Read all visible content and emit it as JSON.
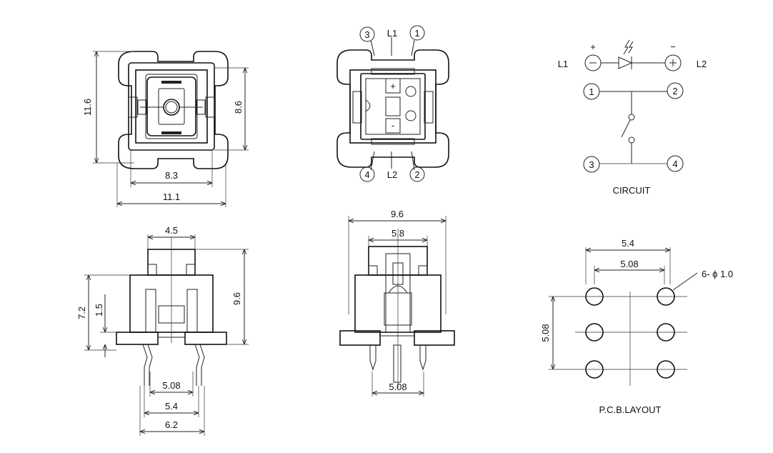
{
  "top_left_view": {
    "dim_height_outer": "11.6",
    "dim_height_inner": "8.6",
    "dim_width_inner": "8.3",
    "dim_width_outer": "11.1"
  },
  "top_middle_view": {
    "pin3": "3",
    "pin1": "1",
    "pin4": "4",
    "pin2": "2",
    "l1": "L1",
    "l2": "L2",
    "plus": "+",
    "minus": "-"
  },
  "circuit": {
    "l1": "L1",
    "l2": "L2",
    "plus": "+",
    "minus": "−",
    "pin1": "1",
    "pin2": "2",
    "pin3": "3",
    "pin4": "4",
    "caption": "CIRCUIT"
  },
  "side_left_view": {
    "dim_top": "4.5",
    "dim_height": "9.6",
    "dim_72": "7.2",
    "dim_15": "1.5",
    "dim_508": "5.08",
    "dim_54": "5.4",
    "dim_62": "6.2"
  },
  "side_middle_view": {
    "dim_96": "9.6",
    "dim_58": "5.8",
    "dim_508": "5.08"
  },
  "pcb_layout": {
    "dim_54": "5.4",
    "dim_508_h": "5.08",
    "dim_508_v": "5.08",
    "hole_note": "6- ϕ 1.0",
    "caption": "P.C.B.LAYOUT"
  }
}
